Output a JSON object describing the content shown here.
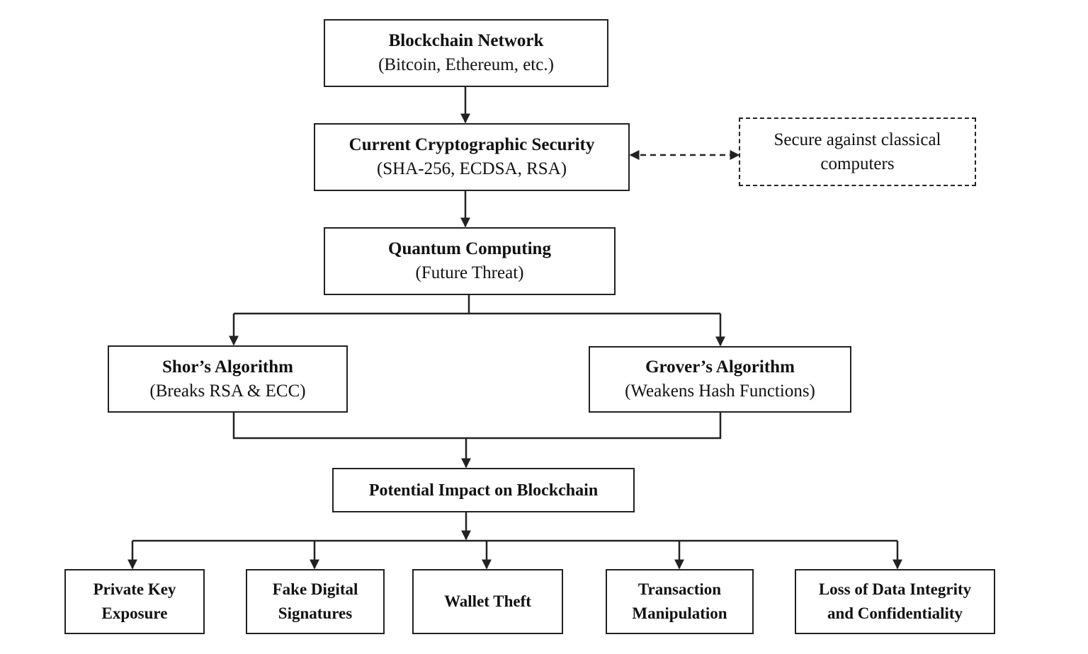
{
  "diagram": {
    "blockchain_network": {
      "title": "Blockchain Network",
      "subtitle": "(Bitcoin, Ethereum, etc.)"
    },
    "current_security": {
      "title": "Current Cryptographic Security",
      "subtitle": "(SHA-256, ECDSA, RSA)"
    },
    "classical_note": {
      "line1": "Secure against classical",
      "line2": "computers"
    },
    "quantum_computing": {
      "title": "Quantum Computing",
      "subtitle": "(Future Threat)"
    },
    "shors_algorithm": {
      "title": "Shor’s Algorithm",
      "subtitle": "(Breaks RSA & ECC)"
    },
    "grovers_algorithm": {
      "title": "Grover’s Algorithm",
      "subtitle": "(Weakens Hash Functions)"
    },
    "potential_impact": {
      "title": "Potential Impact on Blockchain"
    },
    "impacts": [
      {
        "line1": "Private Key",
        "line2": "Exposure"
      },
      {
        "line1": "Fake Digital",
        "line2": "Signatures"
      },
      {
        "line1": "Wallet Theft"
      },
      {
        "line1": "Transaction",
        "line2": "Manipulation"
      },
      {
        "line1": "Loss of Data Integrity",
        "line2": "and Confidentiality"
      }
    ],
    "colors": {
      "line": "#222222",
      "text": "#111111",
      "background": "#ffffff"
    }
  }
}
